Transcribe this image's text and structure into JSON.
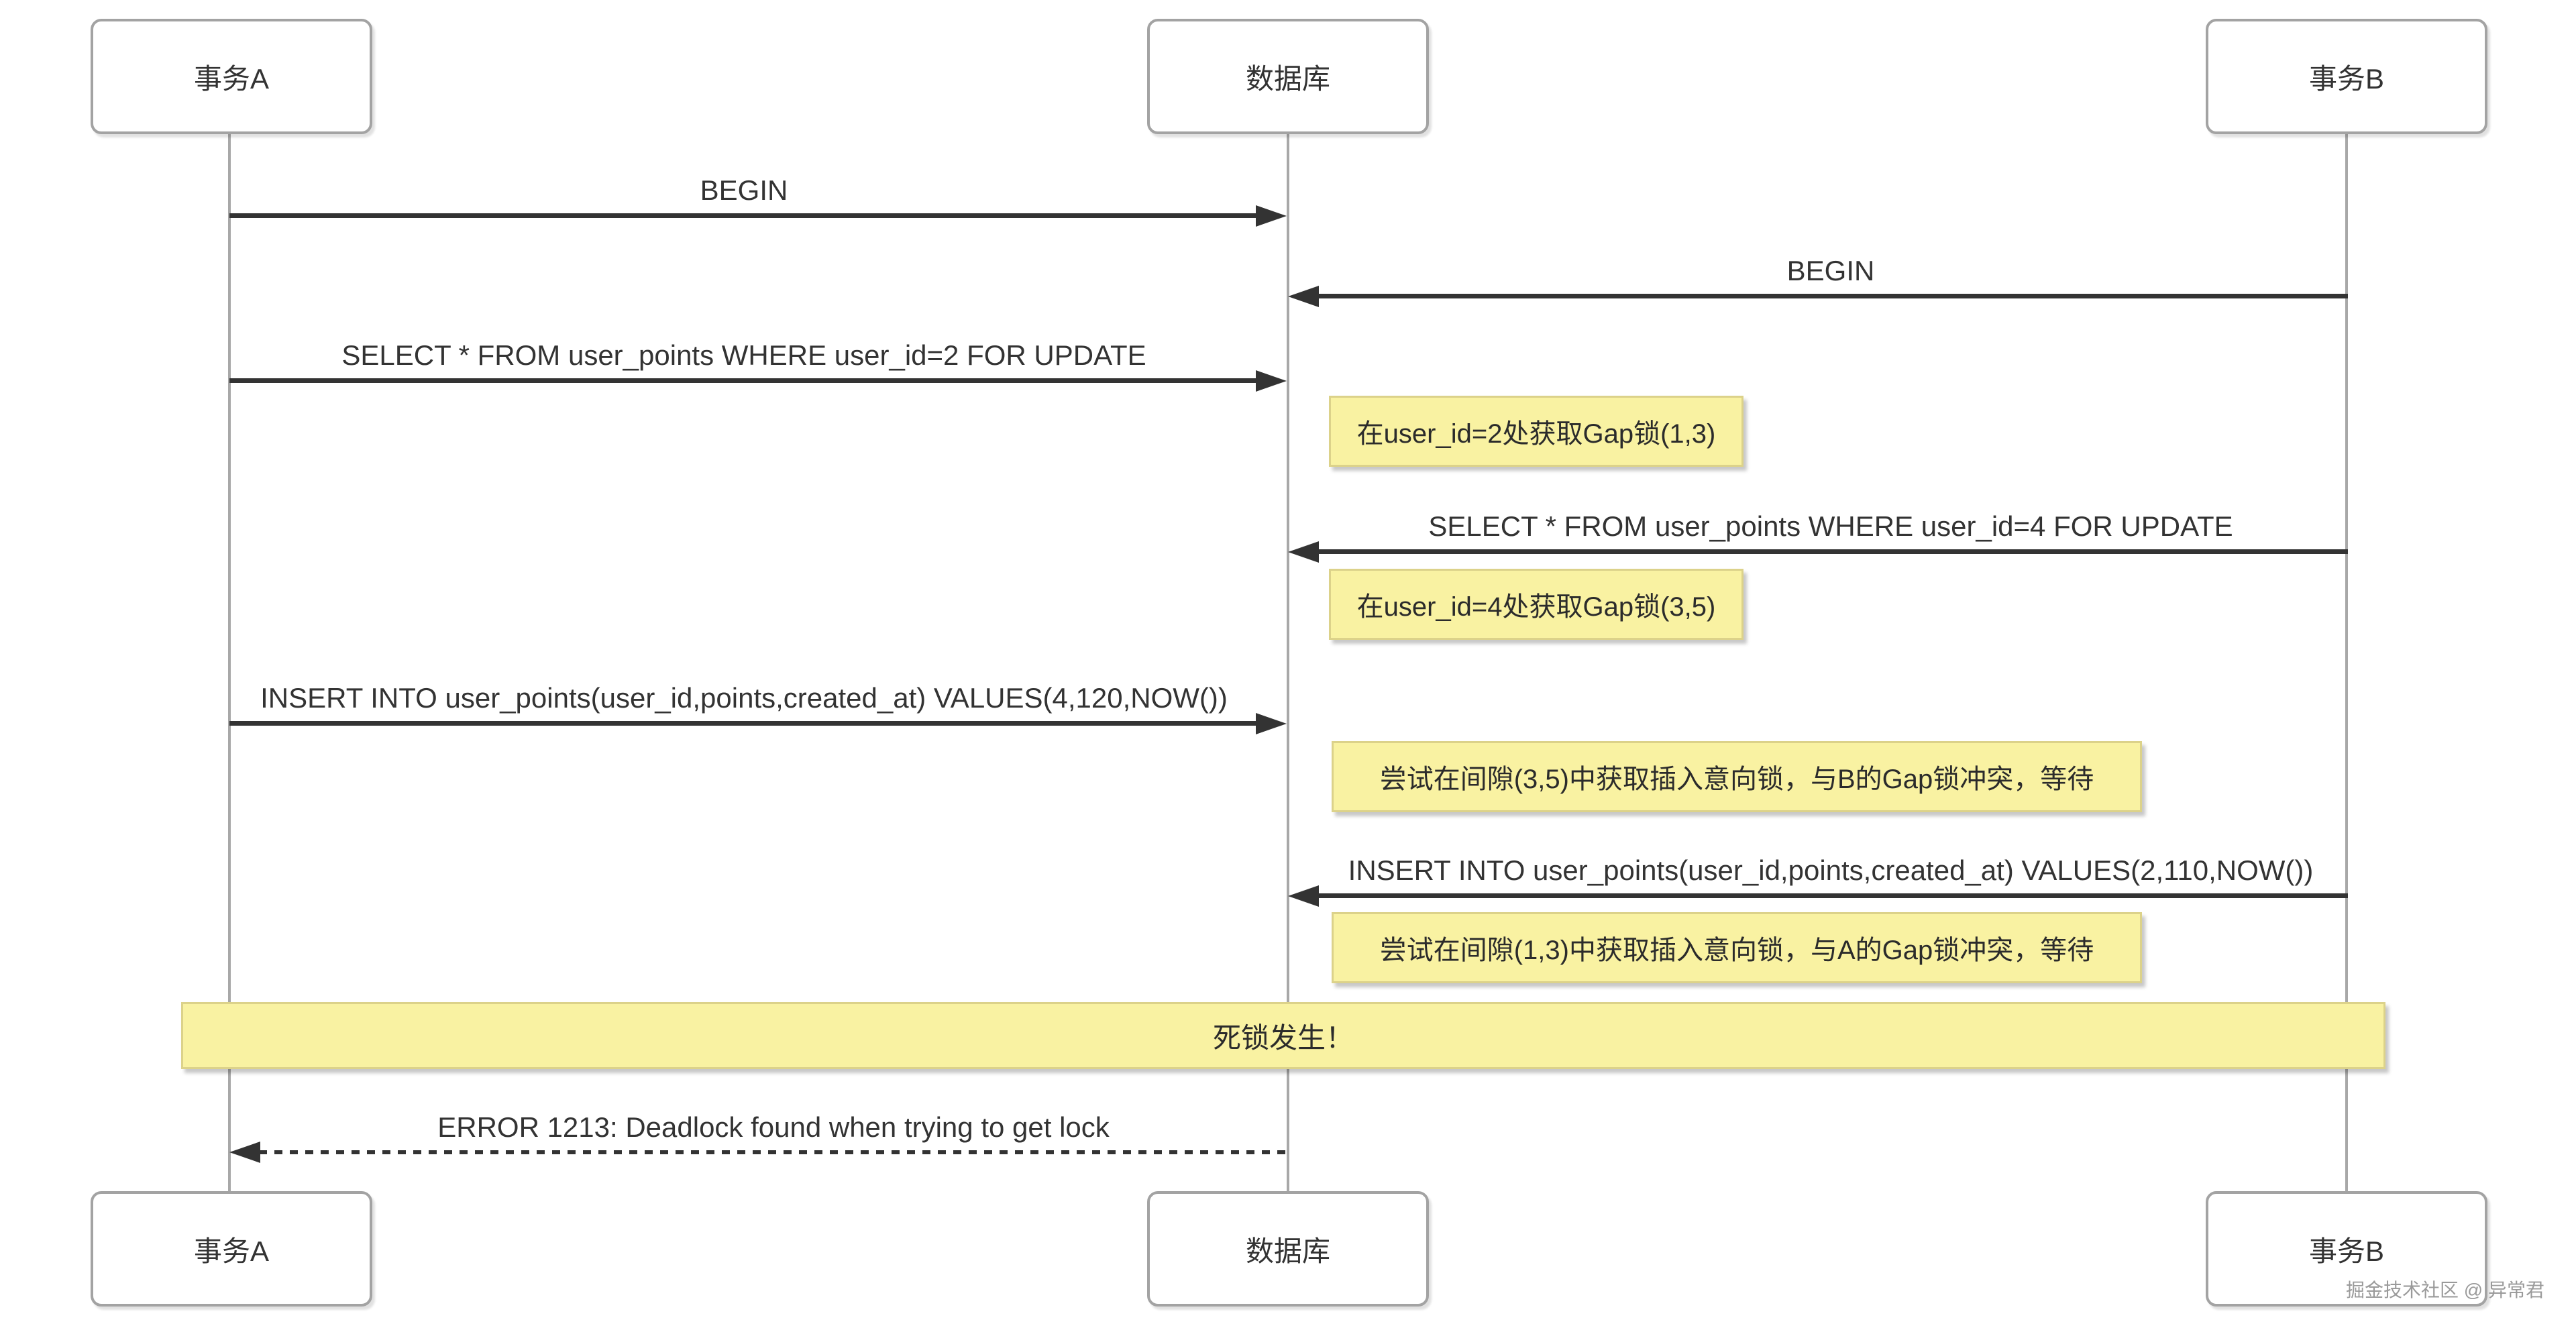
{
  "actors": {
    "a": "事务A",
    "db": "数据库",
    "b": "事务B"
  },
  "messages": [
    {
      "label": "BEGIN",
      "from": "事务A",
      "to": "数据库",
      "style": "solid"
    },
    {
      "label": "BEGIN",
      "from": "事务B",
      "to": "数据库",
      "style": "solid"
    },
    {
      "label": "SELECT * FROM user_points WHERE user_id=2 FOR UPDATE",
      "from": "事务A",
      "to": "数据库",
      "style": "solid"
    },
    {
      "label": "SELECT * FROM user_points WHERE user_id=4 FOR UPDATE",
      "from": "事务B",
      "to": "数据库",
      "style": "solid"
    },
    {
      "label": "INSERT INTO user_points(user_id,points,created_at) VALUES(4,120,NOW())",
      "from": "事务A",
      "to": "数据库",
      "style": "solid"
    },
    {
      "label": "INSERT INTO user_points(user_id,points,created_at) VALUES(2,110,NOW())",
      "from": "事务B",
      "to": "数据库",
      "style": "solid"
    },
    {
      "label": "ERROR 1213: Deadlock found when trying to get lock",
      "from": "数据库",
      "to": "事务A",
      "style": "dashed"
    }
  ],
  "notes": [
    {
      "label": "在user_id=2处获取Gap锁(1,3)",
      "anchor": "数据库"
    },
    {
      "label": "在user_id=4处获取Gap锁(3,5)",
      "anchor": "数据库"
    },
    {
      "label": "尝试在间隙(3,5)中获取插入意向锁，与B的Gap锁冲突，等待",
      "anchor": "数据库"
    },
    {
      "label": "尝试在间隙(1,3)中获取插入意向锁，与A的Gap锁冲突，等待",
      "anchor": "数据库"
    },
    {
      "label": "死锁发生！",
      "anchor": "all"
    }
  ],
  "watermark": "掘金技术社区 @ 异常君",
  "colors": {
    "note_fill": "#F9F2A2",
    "note_border": "#DCD28A",
    "message_line": "#333333",
    "lifeline": "#A8A8A8",
    "actor_border": "#A3A3A3",
    "text": "#333333"
  }
}
